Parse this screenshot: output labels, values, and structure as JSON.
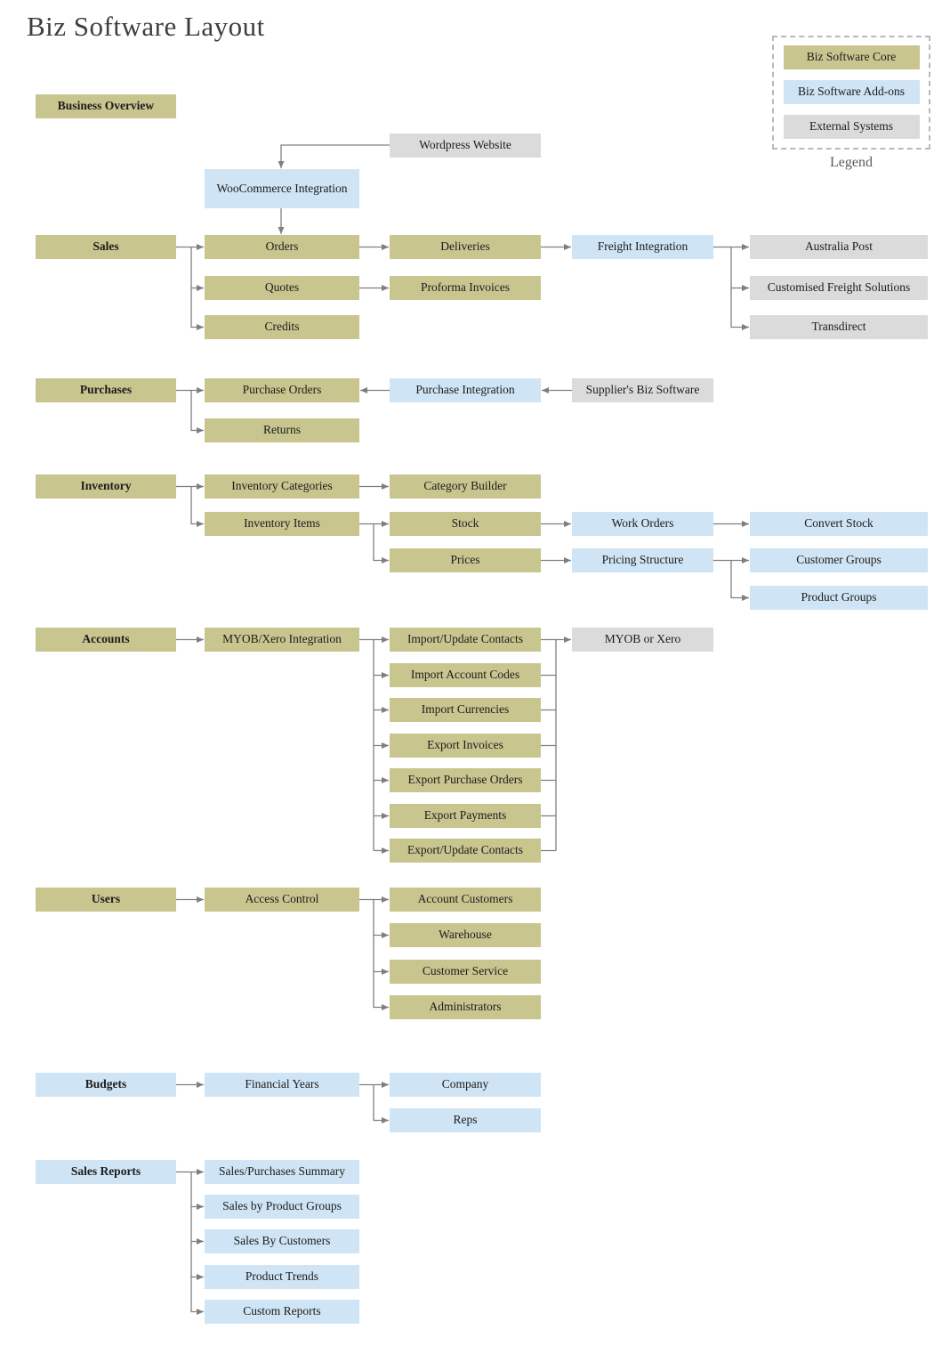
{
  "title": "Biz Software Layout",
  "legend": {
    "caption": "Legend",
    "items": [
      {
        "label": "Biz Software Core",
        "type": "core",
        "color": "#c9c58f"
      },
      {
        "label": "Biz Software Add-ons",
        "type": "addon",
        "color": "#cfe4f4"
      },
      {
        "label": "External Systems",
        "type": "external",
        "color": "#dbdbdb"
      }
    ]
  },
  "colors": {
    "core_fill": "#c9c58f",
    "addon_fill": "#cfe4f4",
    "external_fill": "#dbdbdb",
    "connector": "#7f7f7f",
    "title_text": "#3e3e3e"
  },
  "nodes": {
    "business_overview": "Business Overview",
    "wordpress": "Wordpress Website",
    "woocommerce": "WooCommerce Integration",
    "sales": "Sales",
    "orders": "Orders",
    "deliveries": "Deliveries",
    "freight_integration": "Freight Integration",
    "australia_post": "Australia Post",
    "quotes": "Quotes",
    "proforma_invoices": "Proforma Invoices",
    "customised_freight_solutions": "Customised Freight Solutions",
    "credits": "Credits",
    "transdirect": "Transdirect",
    "purchases": "Purchases",
    "purchase_orders": "Purchase Orders",
    "purchase_integration": "Purchase Integration",
    "suppliers_biz_software": "Supplier's Biz Software",
    "returns": "Returns",
    "inventory": "Inventory",
    "inventory_categories": "Inventory Categories",
    "category_builder": "Category Builder",
    "inventory_items": "Inventory Items",
    "stock": "Stock",
    "work_orders": "Work Orders",
    "convert_stock": "Convert Stock",
    "prices": "Prices",
    "pricing_structure": "Pricing Structure",
    "customer_groups": "Customer Groups",
    "product_groups": "Product Groups",
    "accounts": "Accounts",
    "myob_xero_integration": "MYOB/Xero Integration",
    "import_update_contacts": "Import/Update Contacts",
    "myob_or_xero": "MYOB or Xero",
    "import_account_codes": "Import Account Codes",
    "import_currencies": "Import Currencies",
    "export_invoices": "Export Invoices",
    "export_purchase_orders": "Export Purchase Orders",
    "export_payments": "Export Payments",
    "export_update_contacts": "Export/Update Contacts",
    "users": "Users",
    "access_control": "Access Control",
    "account_customers": "Account Customers",
    "warehouse": "Warehouse",
    "customer_service": "Customer Service",
    "administrators": "Administrators",
    "budgets": "Budgets",
    "financial_years": "Financial Years",
    "company": "Company",
    "reps": "Reps",
    "sales_reports": "Sales Reports",
    "sales_purchases_summary": "Sales/Purchases Summary",
    "sales_by_product_groups": "Sales by Product Groups",
    "sales_by_customers": "Sales By Customers",
    "product_trends": "Product Trends",
    "custom_reports": "Custom Reports"
  }
}
